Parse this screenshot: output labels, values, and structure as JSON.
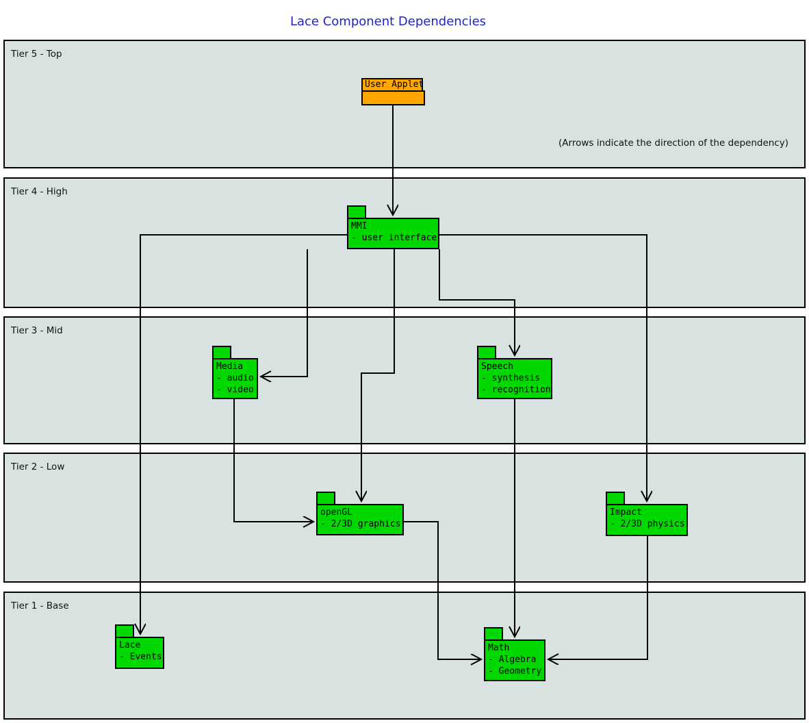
{
  "title": "Lace Component Dependencies",
  "annotation": "(Arrows indicate the direction of the dependency)",
  "tiers": [
    {
      "label": "Tier 5 - Top"
    },
    {
      "label": "Tier 4 - High"
    },
    {
      "label": "Tier 3 - Mid"
    },
    {
      "label": "Tier 2 - Low"
    },
    {
      "label": "Tier 1 - Base"
    }
  ],
  "components": {
    "user_applet": {
      "name": "User Applet"
    },
    "mmi": {
      "name": "MMI",
      "items": [
        "- user interface"
      ]
    },
    "media": {
      "name": "Media",
      "items": [
        "- audio",
        "- video"
      ]
    },
    "speech": {
      "name": "Speech",
      "items": [
        "- synthesis",
        "- recognition"
      ]
    },
    "opengl": {
      "name": "openGL",
      "items": [
        "- 2/3D graphics"
      ]
    },
    "impact": {
      "name": "Impact",
      "items": [
        "- 2/3D physics"
      ]
    },
    "lace": {
      "name": "Lace",
      "items": [
        "- Events"
      ]
    },
    "math": {
      "name": "Math",
      "items": [
        "- Algebra",
        "- Geometry"
      ]
    }
  },
  "colors": {
    "node-green": "#00d800",
    "node-orange": "#ffa600",
    "band-bg": "#d8e2e1",
    "title-blue": "#2222cc"
  }
}
